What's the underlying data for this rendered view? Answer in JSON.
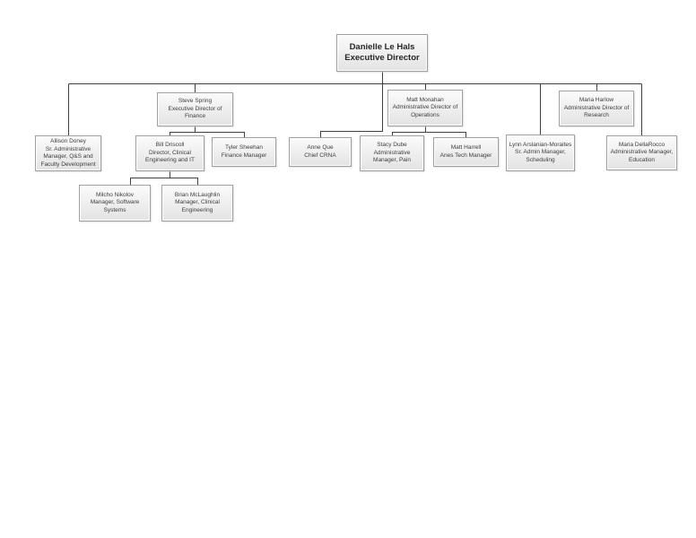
{
  "org_chart": {
    "style": {
      "line_color": "#404040",
      "box_border": "#a0a0a0",
      "box_fill_top": "#fbfbfb",
      "box_fill_bottom": "#e3e3e3",
      "text_color": "#3d3d3d",
      "root_text_color": "#262626",
      "background": "#ffffff"
    },
    "root": {
      "name": "Danielle Le Hals",
      "title": "Executive Director"
    },
    "branches": [
      {
        "name": "Allison Doney",
        "title": "Sr. Administrative Manager, Q&S and Faculty Development"
      },
      {
        "name": "Steve Spring",
        "title": "Executive Director of Finance",
        "reports": [
          {
            "name": "Bill Driscoll",
            "title": "Director, Clinical Engineering and IT",
            "reports": [
              {
                "name": "Milcho Nikolov",
                "title": "Manager, Software Systems"
              },
              {
                "name": "Brian McLaughlin",
                "title": "Manager, Clinical Engineering"
              }
            ]
          },
          {
            "name": "Tyler Sheehan",
            "title": "Finance Manager"
          }
        ]
      },
      {
        "name": "Anne Que",
        "title": "Chief CRNA"
      },
      {
        "name": "Matt Monahan",
        "title": "Administrative Director of Operations",
        "reports": [
          {
            "name": "Stacy Dube",
            "title": "Administrative Manager, Pain"
          },
          {
            "name": "Matt Harrell",
            "title": "Anes Tech Manager"
          }
        ]
      },
      {
        "name": "Lynn Arslanian-Moraites",
        "title": "Sr. Admin Manager, Scheduling"
      },
      {
        "name": "Maria Harlow",
        "title": "Administrative Director of Research"
      },
      {
        "name": "Maria DellaRocco",
        "title": "Administrative Manager, Education"
      }
    ]
  }
}
